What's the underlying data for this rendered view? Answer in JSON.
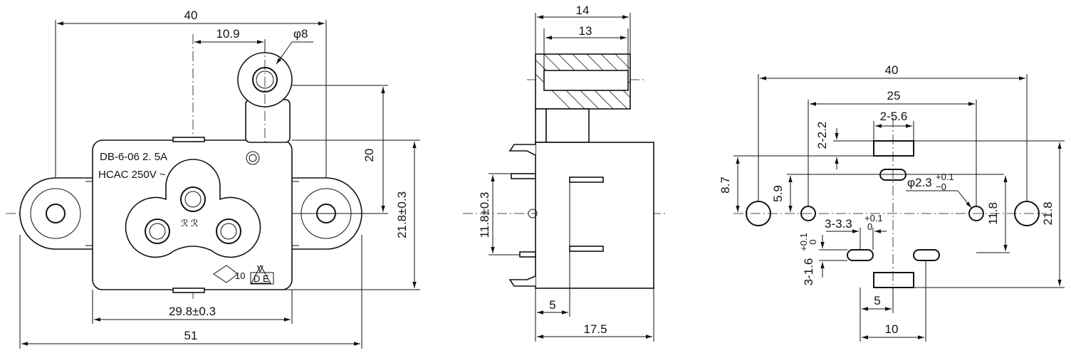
{
  "front_view": {
    "dim_width_40": "40",
    "dim_offset_10_9": "10.9",
    "dim_hole_dia": "φ8",
    "dim_height_20": "20",
    "dim_height_21_8": "21.8±0.3",
    "dim_body_29_8": "29.8±0.3",
    "dim_overall_51": "51",
    "label_model": "DB-6-06 2. 5A",
    "label_rating": "HCAC 250V ~",
    "mark_enec": "10",
    "mark_vde_v": "V",
    "mark_vde_de": "D E"
  },
  "side_view": {
    "dim_14": "14",
    "dim_13": "13",
    "dim_11_8": "11.8±0.3",
    "dim_5": "5",
    "dim_17_5": "17.5"
  },
  "cutout_view": {
    "dim_40": "40",
    "dim_25": "25",
    "dim_2_5_6": "2-5.6",
    "dim_2_2_2": "2-2.2",
    "dim_8_7": "8.7",
    "dim_5_9": "5.9",
    "dim_phi_2_3": "φ2.3",
    "dim_phi_tol_plus": "+0.1",
    "dim_phi_tol_minus": "−0",
    "dim_3_3_3": "3-3.3",
    "dim_3_3_3_tol_plus": "+0.1",
    "dim_3_3_3_tol_minus": "0",
    "dim_3_1_6": "3-1.6",
    "dim_3_1_6_tol_plus": "+0.1",
    "dim_3_1_6_tol_minus": "0",
    "dim_11_8": "11.8",
    "dim_21_8": "21.8",
    "dim_5": "5",
    "dim_10": "10"
  }
}
